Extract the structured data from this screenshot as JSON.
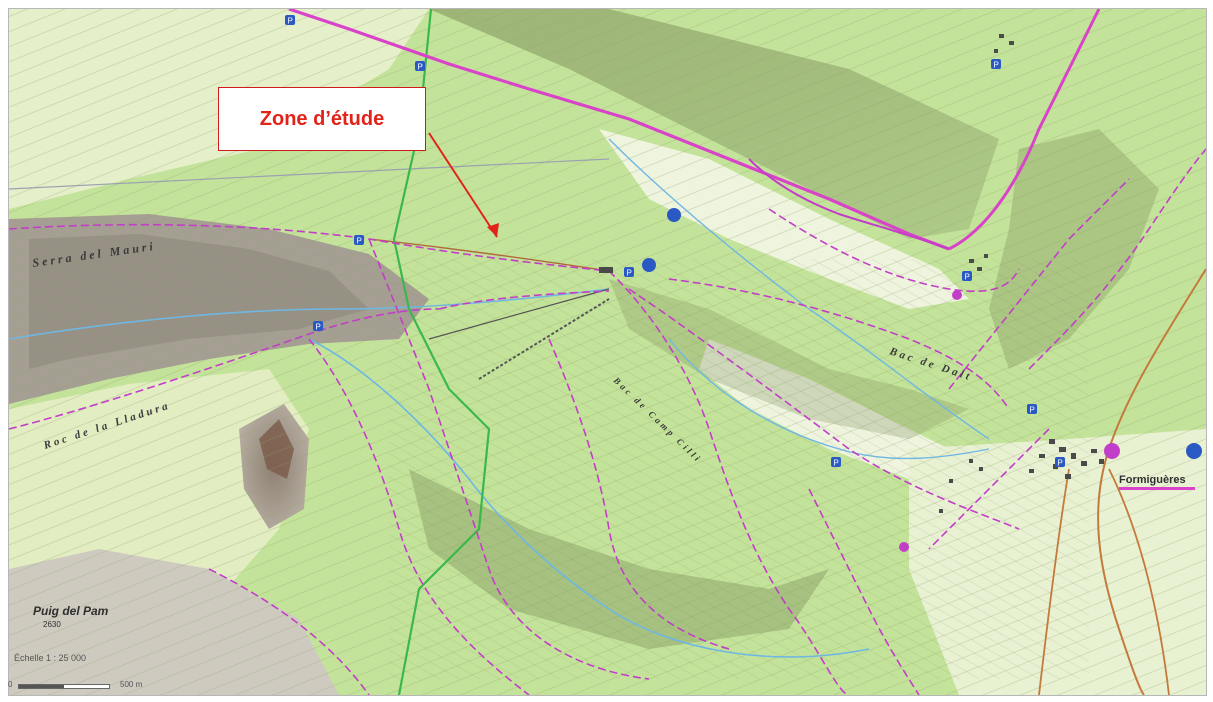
{
  "callout": {
    "text": "Zone d’étude"
  },
  "places": {
    "formigueres": "Formiguères",
    "puig_del_pam": "Puig del Pam",
    "puig_del_pam_alt": "2630"
  },
  "ridges": {
    "serra_del_mauri": "Serra del Mauri",
    "roc_de_la_lladura": "Roc de la Lladura",
    "bac_de_dalt": "Bac de Dalt",
    "bac_del_camp": "Bac de Camp Cilli"
  },
  "scale": {
    "ratio": "Échelle 1 : 25 000",
    "zero": "0",
    "distance": "500 m"
  },
  "colors": {
    "trail_magenta": "#c33ec8",
    "road_magenta": "#d843c9",
    "boundary_green": "#3bb84a",
    "callout_red": "#e2231a",
    "parking_blue": "#2b59c3",
    "forest_green": "#bde18f",
    "meadow_light": "#e7f3c9",
    "rock_grey": "#8f8a84"
  }
}
